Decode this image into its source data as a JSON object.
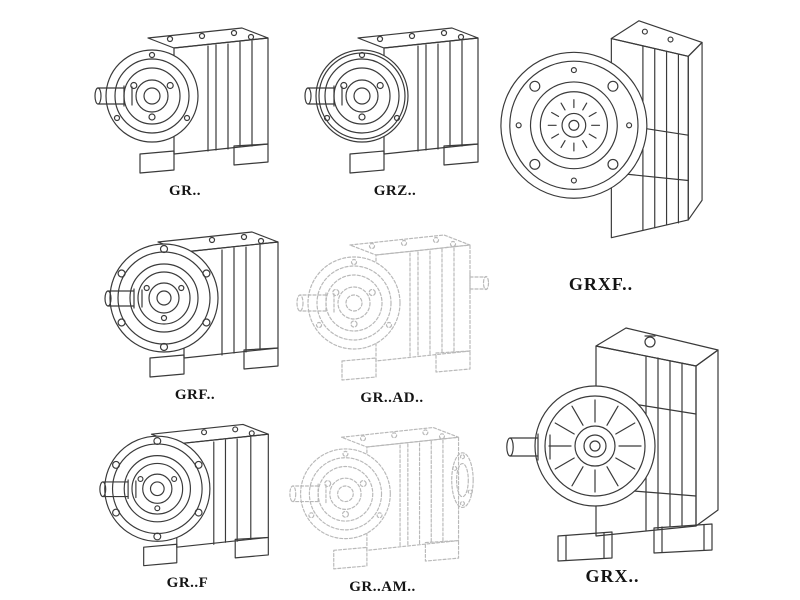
{
  "page": {
    "background": "#ffffff",
    "line_color": "#3a3a3a",
    "ghost_line_color": "#b9b9b9",
    "label_color": "#141414"
  },
  "catalog": {
    "items": [
      {
        "label": "GR..",
        "style": "solid",
        "variant": "foot-mounted-helical-unit"
      },
      {
        "label": "GRZ..",
        "style": "solid",
        "variant": "foot-mounted-helical-unit"
      },
      {
        "label": "GRXF..",
        "style": "solid",
        "variant": "large-flange-mounted-unit"
      },
      {
        "label": "GRF..",
        "style": "solid",
        "variant": "flange-and-foot-unit"
      },
      {
        "label": "GR..AD..",
        "style": "ghost",
        "variant": "unit-with-input-shaft-adapter"
      },
      {
        "label": "GR..F",
        "style": "solid",
        "variant": "flange-and-foot-unit"
      },
      {
        "label": "GR..AM..",
        "style": "ghost",
        "variant": "unit-with-motor-adapter-flange"
      },
      {
        "label": "GRX..",
        "style": "solid",
        "variant": "large-foot-mounted-unit"
      }
    ]
  }
}
